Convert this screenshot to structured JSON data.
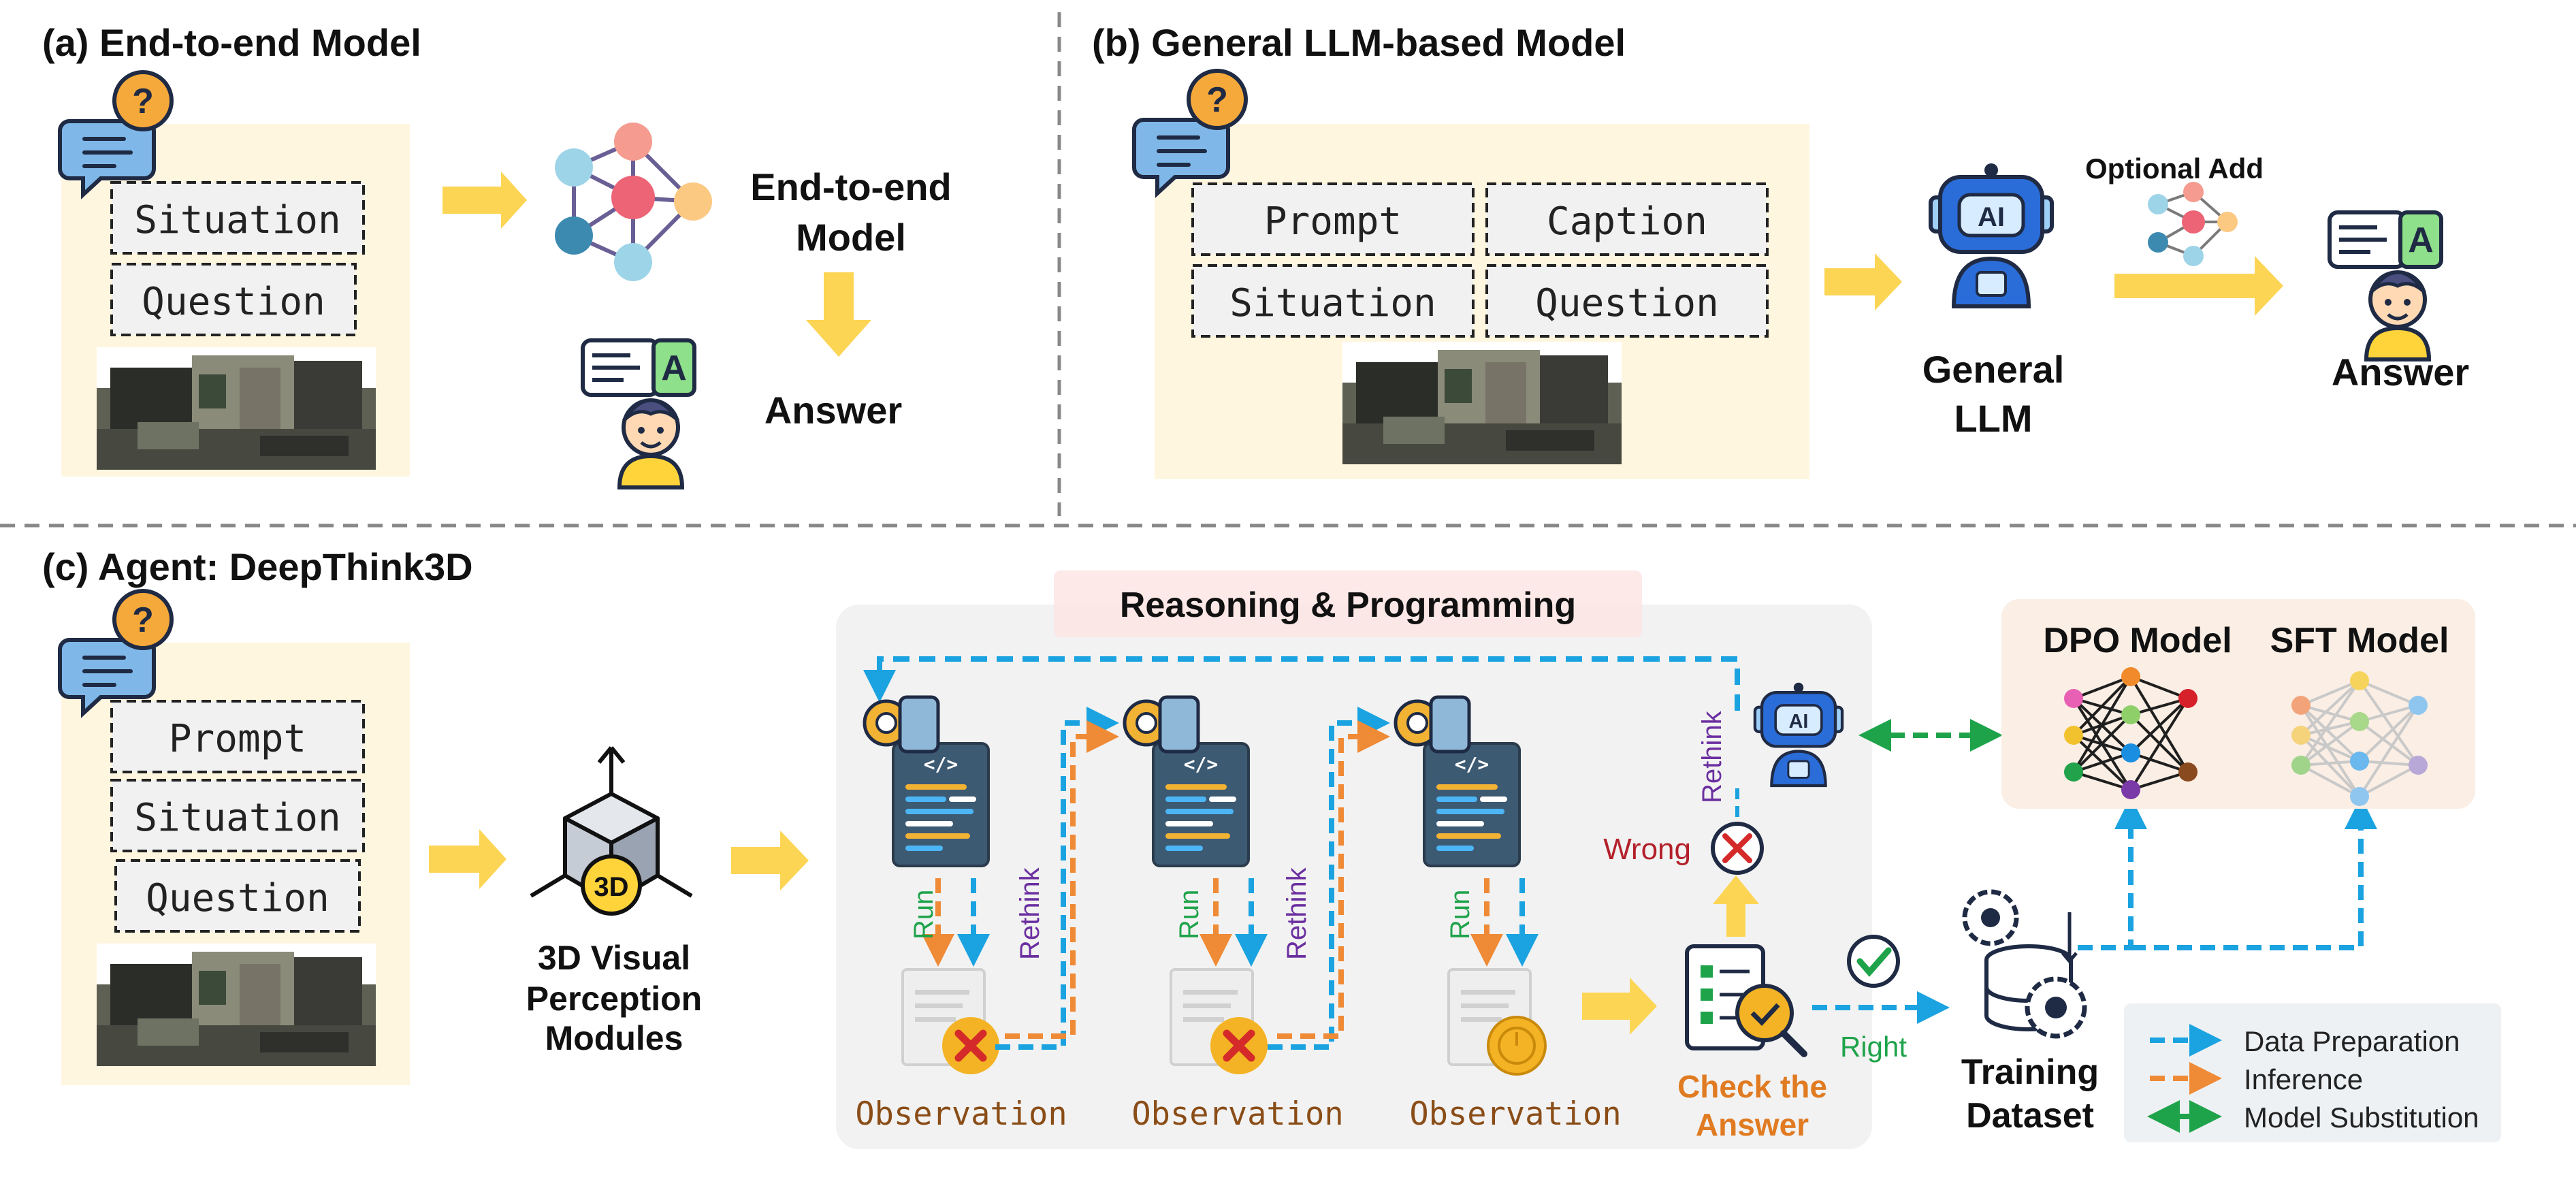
{
  "colors": {
    "data_preparation": "#1aa3e0",
    "inference": "#ef8a36",
    "model_substitution": "#1ea34a",
    "arrow_yellow": "#fdd555",
    "panel_cream": "#fff6df",
    "reasoning_panel": "#f2f2f2",
    "wrong_red": "#b3202a",
    "run_green": "#1ea34a",
    "rethink_purple": "#6b2fa0",
    "check_orange": "#e07b22"
  },
  "panel_a": {
    "title": "(a) End-to-end Model",
    "situation": "Situation",
    "question": "Question",
    "model_line1": "End-to-end",
    "model_line2": "Model",
    "answer": "Answer"
  },
  "panel_b": {
    "title": "(b) General LLM-based Model",
    "prompt": "Prompt",
    "caption": "Caption",
    "situation": "Situation",
    "question": "Question",
    "llm_line1": "General",
    "llm_line2": "LLM",
    "optional_add": "Optional Add",
    "answer": "Answer"
  },
  "panel_c": {
    "title": "(c) Agent: DeepThink3D",
    "prompt": "Prompt",
    "situation": "Situation",
    "question": "Question",
    "module_line1": "3D Visual",
    "module_line2": "Perception",
    "module_line3": "Modules",
    "badge_3d": "3D",
    "reasoning_title": "Reasoning & Programming",
    "run": "Run",
    "rethink": "Rethink",
    "observation": "Observation",
    "wrong": "Wrong",
    "right": "Right",
    "check_line1": "Check the",
    "check_line2": "Answer",
    "dataset_line1": "Training",
    "dataset_line2": "Dataset",
    "dpo_model": "DPO Model",
    "sft_model": "SFT Model"
  },
  "icons": {
    "question_bubble": "question-chat-icon",
    "answer_bubble": "answer-chat-icon",
    "robot": "ai-robot-icon",
    "code": "code-file-icon",
    "network": "neural-network-icon",
    "cube": "3d-cube-icon",
    "database": "database-gear-icon",
    "checklist": "checklist-magnifier-icon"
  },
  "legend": [
    {
      "label": "Data Preparation",
      "color_key": "data_preparation"
    },
    {
      "label": "Inference",
      "color_key": "inference"
    },
    {
      "label": "Model Substitution",
      "color_key": "model_substitution"
    }
  ]
}
